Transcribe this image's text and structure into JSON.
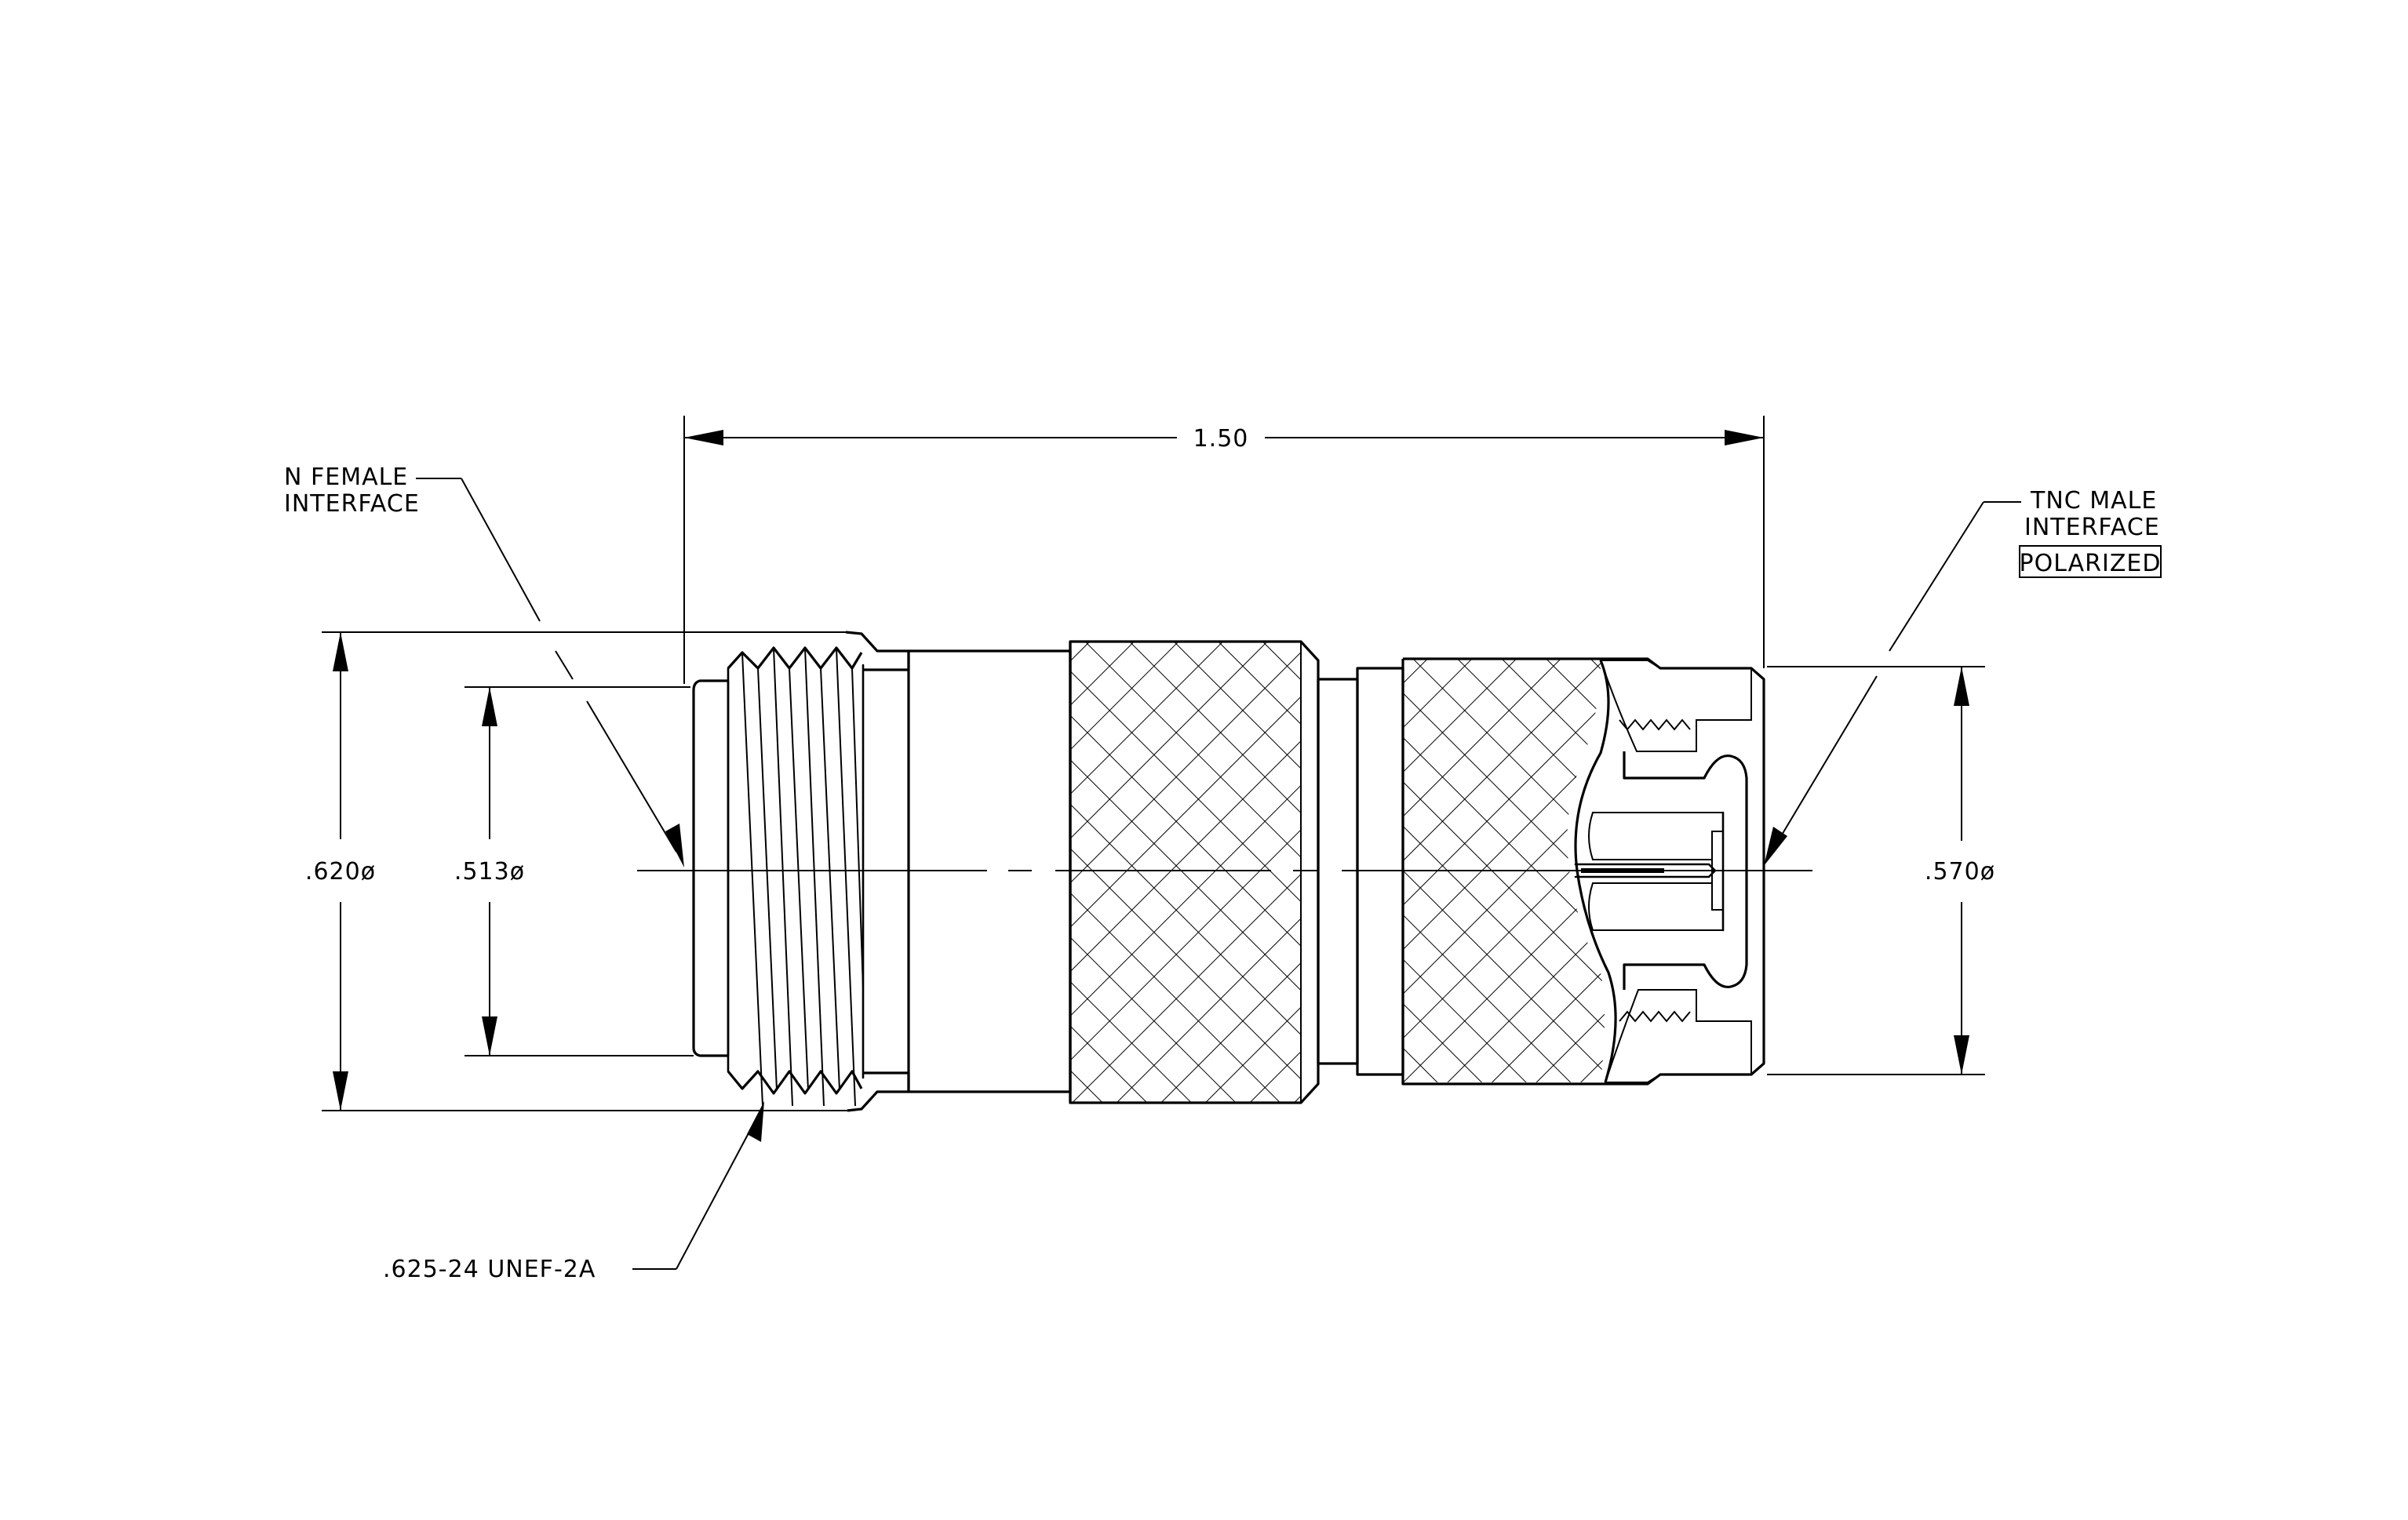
{
  "drawing": {
    "title": "",
    "labels": {
      "overall_length": "1.50",
      "n_female_line1": "N FEMALE",
      "n_female_line2": "INTERFACE",
      "tnc_male_line1": "TNC MALE",
      "tnc_male_line2": "INTERFACE",
      "polarized": "POLARIZED",
      "dia_620": ".620ø",
      "dia_513": ".513ø",
      "dia_570": ".570ø",
      "thread_spec": ".625-24 UNEF-2A"
    }
  }
}
